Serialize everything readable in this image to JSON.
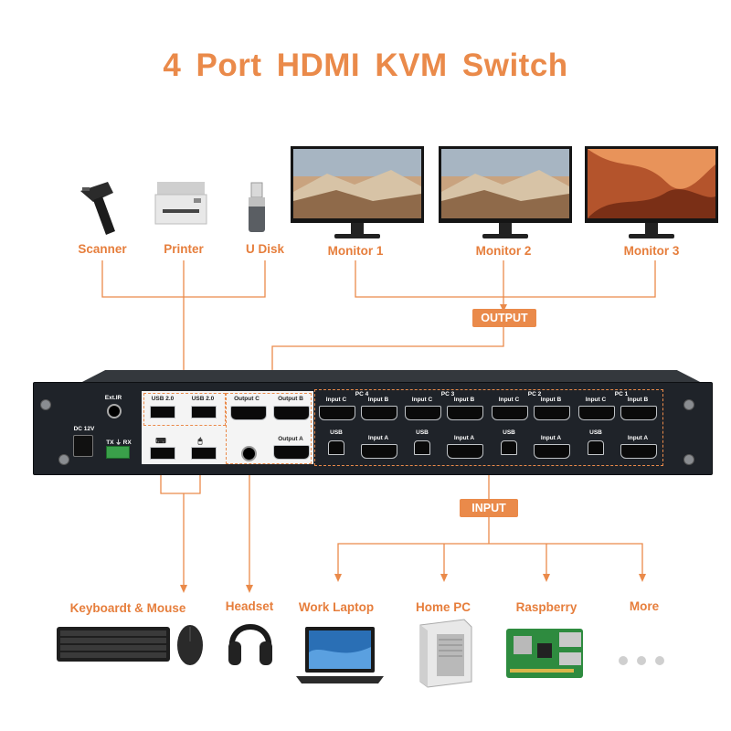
{
  "title": "4 Port  HDMI KVM Switch",
  "peripherals": [
    {
      "label": "Scanner",
      "icon": "barcode-scanner-icon"
    },
    {
      "label": "Printer",
      "icon": "printer-icon"
    },
    {
      "label": "U Disk",
      "icon": "usb-drive-icon"
    }
  ],
  "monitors": [
    {
      "label": "Monitor 1",
      "icon": "monitor-icon"
    },
    {
      "label": "Monitor 2",
      "icon": "monitor-icon"
    },
    {
      "label": "Monitor 3",
      "icon": "monitor-icon"
    }
  ],
  "output_tag": "OUTPUT",
  "input_tag": "INPUT",
  "device": {
    "ext_ir": "Ext.IR",
    "dc": "DC 12V",
    "txrx": "TX ⏚ RX",
    "usb1": "USB 2.0",
    "usb2": "USB 2.0",
    "output_c": "Output C",
    "output_b": "Output B",
    "output_a": "Output A",
    "pcs": [
      {
        "name": "PC 4",
        "c": "Input C",
        "b": "Input B",
        "usb": "USB",
        "a": "Input A"
      },
      {
        "name": "PC 3",
        "c": "Input C",
        "b": "Input B",
        "usb": "USB",
        "a": "Input A"
      },
      {
        "name": "PC 2",
        "c": "Input C",
        "b": "Input B",
        "usb": "USB",
        "a": "Input A"
      },
      {
        "name": "PC 1",
        "c": "Input C",
        "b": "Input B",
        "usb": "USB",
        "a": "Input A"
      }
    ]
  },
  "bottom": [
    {
      "label": "Keyboardt & Mouse",
      "icon": "keyboard-mouse-icon"
    },
    {
      "label": "Headset",
      "icon": "headset-icon"
    },
    {
      "label": "Work Laptop",
      "icon": "laptop-icon"
    },
    {
      "label": "Home PC",
      "icon": "desktop-pc-icon"
    },
    {
      "label": "Raspberry",
      "icon": "raspberry-pi-icon"
    },
    {
      "label": "More",
      "icon": "more-dots-icon"
    }
  ],
  "colors": {
    "accent": "#ea8a4a",
    "device": "#1f2329",
    "panel": "#f4f4f4"
  }
}
